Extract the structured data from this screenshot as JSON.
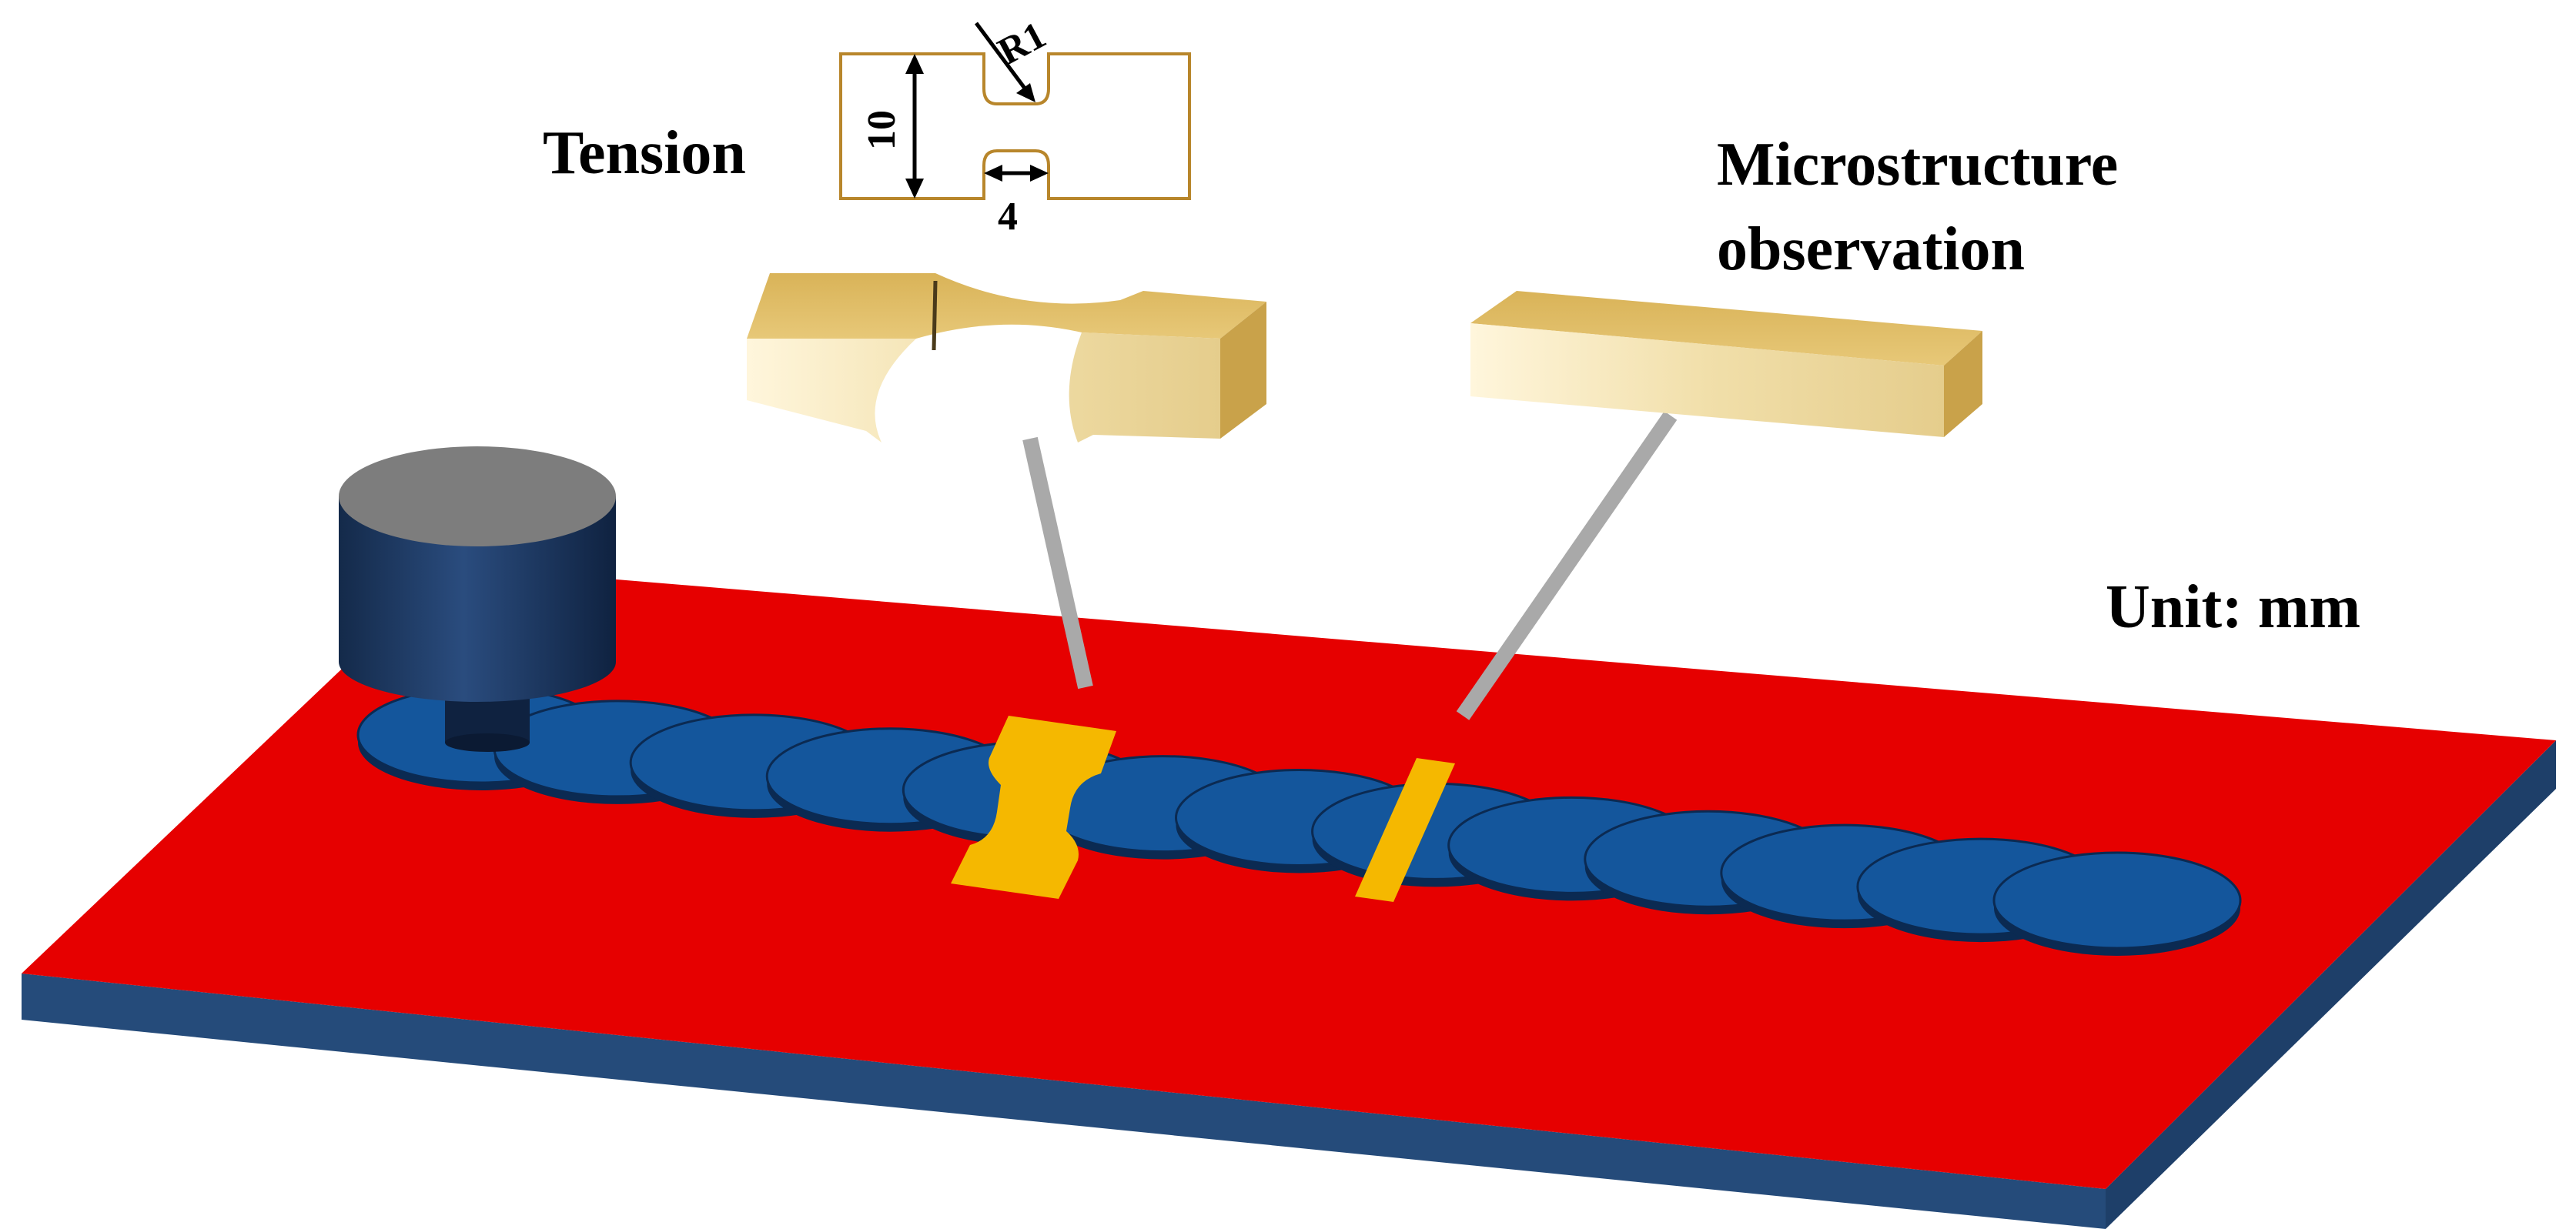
{
  "labels": {
    "tension": "Tension",
    "microstructure_line1": "Microstructure",
    "microstructure_line2": "observation",
    "unit": "Unit: mm"
  },
  "dimensions": {
    "height": "10",
    "gauge_width": "4",
    "radius": "R1"
  },
  "colors": {
    "plate_top": "#e60000",
    "plate_side": "#254b7a",
    "weld_spot": "#14569c",
    "tool_body": "#1a355c",
    "tool_top": "#7d7d7d",
    "specimen_mark": "#f5b800",
    "specimen_3d": "#ecdaa6",
    "sketch_outline": "#b8862b",
    "leader_line": "#a9a9a9"
  },
  "icons": {
    "tool": "cylindrical-tool-icon",
    "tension_specimen": "dogbone-specimen-icon",
    "micro_specimen": "bar-specimen-icon"
  }
}
